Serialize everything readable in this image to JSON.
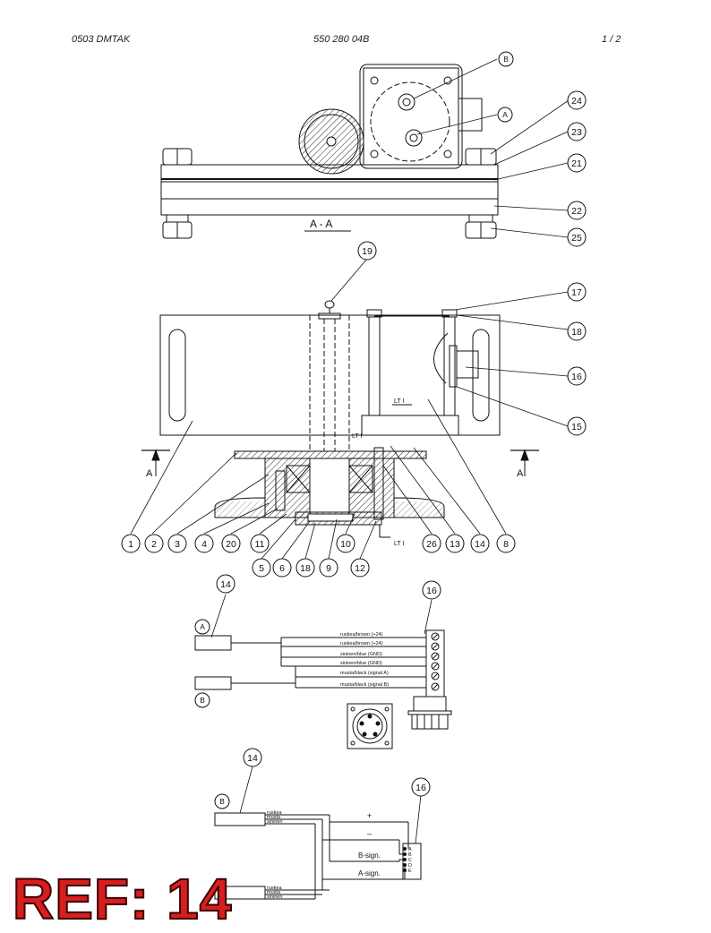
{
  "header": {
    "left": "0503   DMTAK",
    "center": "550 280 04B",
    "right": "1  /  2"
  },
  "section_label": "A  -  A",
  "section_marker": "A",
  "callouts_top": [
    "B",
    "A",
    "24",
    "23",
    "21",
    "22",
    "25"
  ],
  "callouts_side": [
    "19",
    "17",
    "18",
    "16",
    "15"
  ],
  "callouts_bottom": [
    "1",
    "2",
    "3",
    "4",
    "20",
    "11",
    "5",
    "6",
    "18",
    "9",
    "10",
    "12",
    "26",
    "13",
    "14",
    "8"
  ],
  "lt_label": "LT I",
  "wiring1": {
    "callout_left": "14",
    "callout_right": "16",
    "sensor_a": "A",
    "sensor_b": "B",
    "wires": [
      "ruskea/brown (+24)",
      "ruskea/brown (+24)",
      "sininen/blue (GND)",
      "sininen/blue (GND)",
      "musta/black (signal A)",
      "musta/black (signal B)"
    ]
  },
  "wiring2": {
    "callout_left": "14",
    "callout_right": "16",
    "sensor_b": "B",
    "wires_top": [
      "ruskea",
      "musta",
      "sininen"
    ],
    "wires_bottom": [
      "ruskea",
      "musta",
      "sininen"
    ],
    "labels": [
      "+",
      "–",
      "B-sign.",
      "A-sign."
    ],
    "pins": [
      "A",
      "B",
      "C",
      "D",
      "E"
    ]
  },
  "ref_label": "REF: 14"
}
